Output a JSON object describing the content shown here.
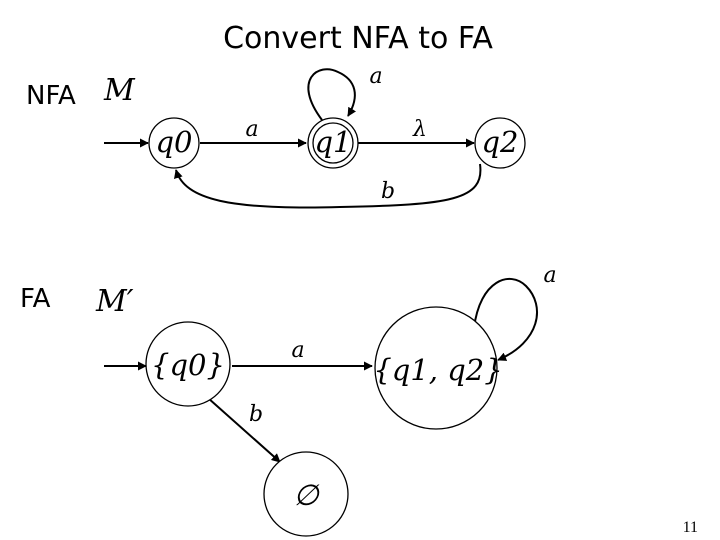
{
  "slide": {
    "title": "Convert NFA to FA",
    "page_number": "11"
  },
  "nfa": {
    "section_label": "NFA",
    "machine_name": "M",
    "states": {
      "q0": "q0",
      "q1": "q1",
      "q2": "q2"
    },
    "accepting_state": "q1",
    "transitions": {
      "q0_to_q1": "a",
      "q1_loop": "a",
      "q1_to_q2": "λ",
      "q2_to_q0": "b"
    }
  },
  "fa": {
    "section_label": "FA",
    "machine_name": "M′",
    "states": {
      "start": "{q0}",
      "merged": "{q1, q2}",
      "empty": "∅"
    },
    "transitions": {
      "start_to_merged": "a",
      "merged_loop": "a",
      "start_to_empty": "b"
    }
  }
}
